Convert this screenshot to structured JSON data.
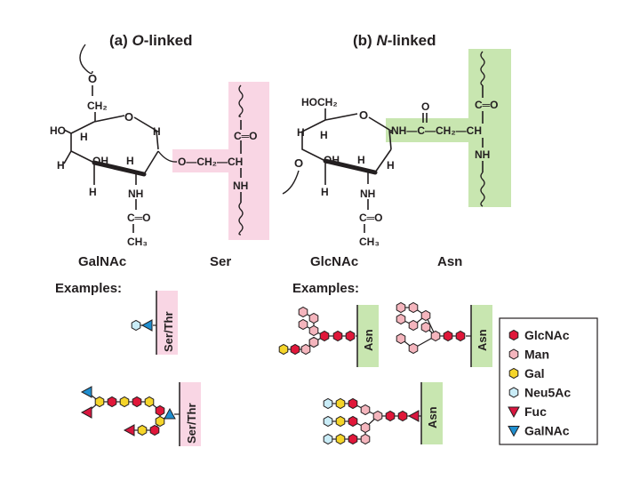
{
  "panels": {
    "o_linked": {
      "prefix": "(a) ",
      "italic": "O",
      "suffix": "-linked"
    },
    "n_linked": {
      "prefix": "(b) ",
      "italic": "N",
      "suffix": "-linked"
    }
  },
  "o_structure": {
    "ch2": "CH₂",
    "ho": "HO",
    "o_top": "O",
    "o_ring": "O",
    "oh": "OH",
    "nh": "NH",
    "co": "C═O",
    "ch3": "CH₃",
    "link": "O—CH₂—CH",
    "ser_co": "C═O",
    "ser_nh": "NH",
    "sugar_label": "GalNAc",
    "amino_label": "Ser"
  },
  "n_structure": {
    "hoch2": "HOCH₂",
    "o_ring": "O",
    "o_left": "O",
    "oh": "OH",
    "nh": "NH",
    "co": "C═O",
    "ch3": "CH₃",
    "link": "NH—C—CH₂—CH",
    "link_o": "O",
    "asn_co": "C═O",
    "asn_nh": "NH",
    "sugar_label": "GlcNAc",
    "amino_label": "Asn"
  },
  "h_label": "H",
  "examples_label": "Examples:",
  "anchors": {
    "ser_thr": "Ser/Thr",
    "asn": "Asn"
  },
  "legend": [
    {
      "label": "GlcNAc",
      "shape": "hexagon",
      "color": "#e0173a"
    },
    {
      "label": "Man",
      "shape": "hexagon",
      "color": "#f4b5bd"
    },
    {
      "label": "Gal",
      "shape": "hexagon",
      "color": "#f5d52a"
    },
    {
      "label": "Neu5Ac",
      "shape": "hexagon",
      "color": "#c9ecf7"
    },
    {
      "label": "Fuc",
      "shape": "triangle-down",
      "color": "#d9163f"
    },
    {
      "label": "GalNAc",
      "shape": "triangle-down",
      "color": "#1f8fd0"
    }
  ],
  "colors": {
    "pink_highlight": "#f9d6e4",
    "green_highlight": "#c8e6b0"
  }
}
